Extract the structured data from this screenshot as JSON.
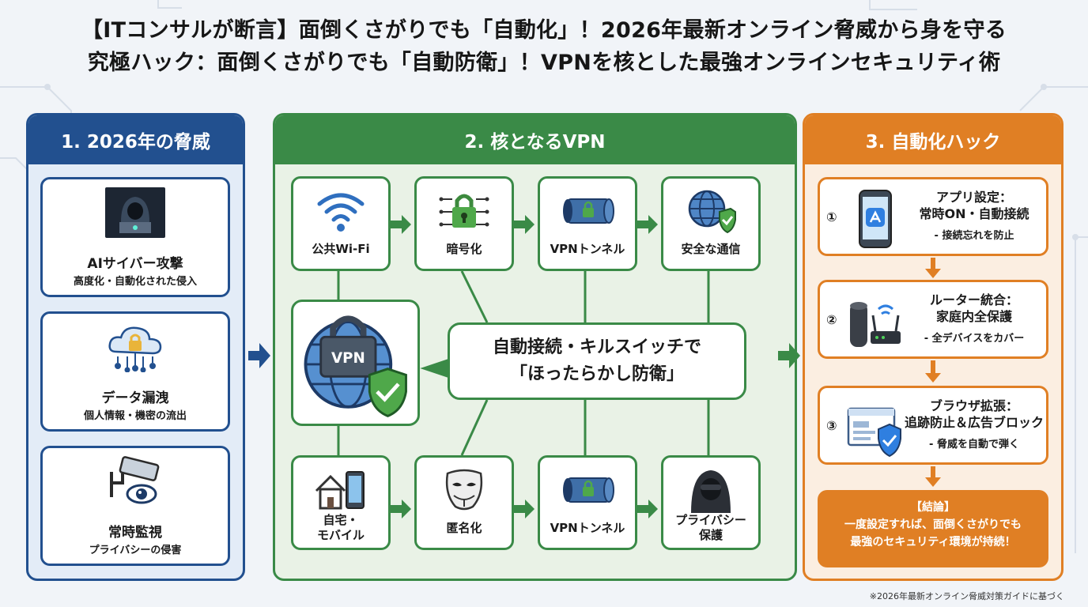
{
  "title": {
    "line1": "【ITコンサルが断言】面倒くさがりでも「自動化」！2026年最新オンライン脅威から身を守る",
    "line2": "究極ハック：面倒くさがりでも「自動防衛」！VPNを核とした最強オンラインセキュリティ術"
  },
  "threats": {
    "heading": "1. 2026年の脅威",
    "items": [
      {
        "title": "AIサイバー攻撃",
        "desc": "高度化・自動化された侵入",
        "icon": "hacker-laptop-icon"
      },
      {
        "title": "データ漏洩",
        "desc": "個人情報・機密の流出",
        "icon": "cloud-lock-icon"
      },
      {
        "title": "常時監視",
        "desc": "プライバシーの侵害",
        "icon": "camera-eye-icon"
      }
    ]
  },
  "vpn": {
    "heading": "2. 核となるVPN",
    "top_row": [
      "公共Wi-Fi",
      "暗号化",
      "VPNトンネル",
      "安全な通信"
    ],
    "bottom_row": {
      "home_line1": "自宅・",
      "home_line2": "モバイル",
      "anon": "匿名化",
      "tunnel": "VPNトンネル",
      "privacy_line1": "プライバシー",
      "privacy_line2": "保護"
    },
    "badge": "VPN",
    "callout_line1": "自動接続・キルスイッチで",
    "callout_line2": "「ほったらかし防衛」"
  },
  "automation": {
    "heading": "3. 自動化ハック",
    "items": [
      {
        "num": "①",
        "line1": "アプリ設定：",
        "line2": "常時ON・自動接続",
        "note": "- 接続忘れを防止",
        "icon": "smartphone-app-icon"
      },
      {
        "num": "②",
        "line1": "ルーター統合：",
        "line2": "家庭内全保護",
        "note": "- 全デバイスをカバー",
        "icon": "router-speaker-icon"
      },
      {
        "num": "③",
        "line1": "ブラウザ拡張：",
        "line2": "追跡防止＆広告ブロック",
        "note": "- 脅威を自動で弾く",
        "icon": "browser-shield-icon"
      }
    ],
    "conclusion": {
      "head": "【結論】",
      "line1": "一度設定すれば、面倒くさがりでも",
      "line2": "最強のセキュリティ環境が持続！"
    }
  },
  "footnote": "※2026年最新オンライン脅威対策ガイドに基づく",
  "colors": {
    "threat_blue": "#22508f",
    "vpn_green": "#3a8a47",
    "auto_orange": "#e07f24",
    "background": "#f1f4f8"
  }
}
